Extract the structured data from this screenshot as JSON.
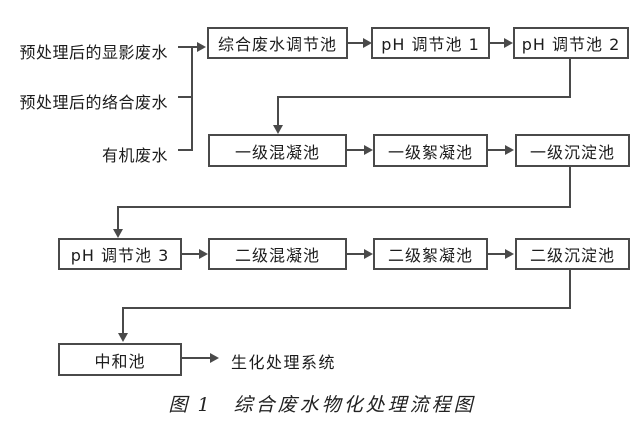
{
  "diagram": {
    "sources": [
      {
        "label": "预处理后的显影废水"
      },
      {
        "label": "预处理后的络合废水"
      },
      {
        "label": "有机废水"
      }
    ],
    "nodes": {
      "comprehensive_tank": "综合废水调节池",
      "ph_tank_1": "pH 调节池 1",
      "ph_tank_2": "pH 调节池 2",
      "primary_coagulation": "一级混凝池",
      "primary_flocculation": "一级絮凝池",
      "primary_sedimentation": "一级沉淀池",
      "ph_tank_3": "pH 调节池 3",
      "secondary_coagulation": "二级混凝池",
      "secondary_flocculation": "二级絮凝池",
      "secondary_sedimentation": "二级沉淀池",
      "neutralization_tank": "中和池",
      "biochemical_system": "生化处理系统"
    },
    "caption": {
      "figure_label": "图 1",
      "title": "综合废水物化处理流程图"
    },
    "colors": {
      "line": "#4a4a4a",
      "text": "#1c1c1c",
      "background": "#ffffff"
    }
  }
}
